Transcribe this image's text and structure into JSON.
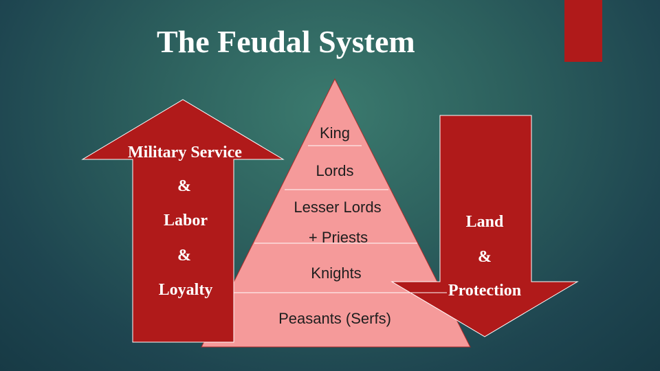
{
  "title": "The Feudal System",
  "colors": {
    "arrow_fill": "#b01a1a",
    "pyramid_fill": "#f59a9a",
    "background": "#2c5f5d"
  },
  "left_arrow": {
    "lines": [
      "Military Service",
      "&",
      "Labor",
      "&",
      "Loyalty"
    ]
  },
  "right_arrow": {
    "lines": [
      "Land",
      "&",
      "Protection"
    ]
  },
  "pyramid": {
    "king": "King",
    "lords": "Lords",
    "lesser_lords": "Lesser Lords",
    "priests": "+ Priests",
    "knights": "Knights",
    "peasants": "Peasants (Serfs)"
  }
}
